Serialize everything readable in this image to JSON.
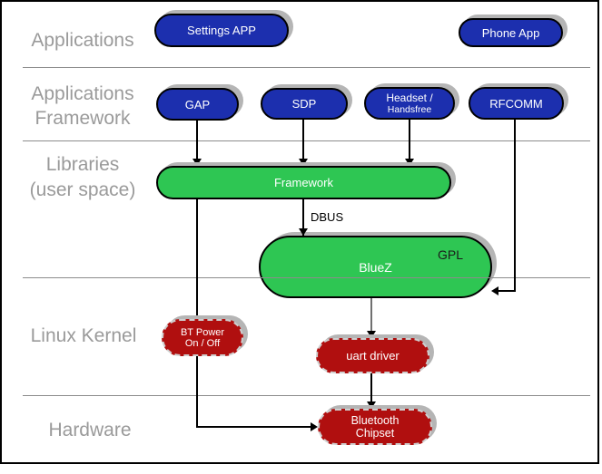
{
  "layers": {
    "applications": {
      "label": "Applications"
    },
    "applications_framework": {
      "line1": "Applications",
      "line2": "Framework"
    },
    "libraries": {
      "line1": "Libraries",
      "line2": "(user space)"
    },
    "linux_kernel": {
      "label": "Linux Kernel"
    },
    "hardware": {
      "label": "Hardware"
    }
  },
  "nodes": {
    "settings_app": {
      "label": "Settings APP"
    },
    "phone_app": {
      "label": "Phone App"
    },
    "gap": {
      "label": "GAP"
    },
    "sdp": {
      "label": "SDP"
    },
    "headset": {
      "line1": "Headset /",
      "line2": "Handsfree"
    },
    "rfcomm": {
      "label": "RFCOMM"
    },
    "framework": {
      "label": "Framework"
    },
    "bluez": {
      "label": "BlueZ",
      "license": "GPL"
    },
    "bt_power": {
      "line1": "BT Power",
      "line2": "On / Off"
    },
    "uart_driver": {
      "label": "uart driver"
    },
    "bluetooth_chipset": {
      "line1": "Bluetooth",
      "line2": "Chipset"
    }
  },
  "edges": {
    "dbus_label": "DBUS"
  },
  "colors": {
    "app_node": "#1c2fae",
    "lib_node": "#2ec653",
    "kernel_node": "#b00f0f",
    "label_gray": "#9a9a9a",
    "divider": "#8c8c8c",
    "shadow": "#b5b5b5",
    "line": "#000000"
  }
}
